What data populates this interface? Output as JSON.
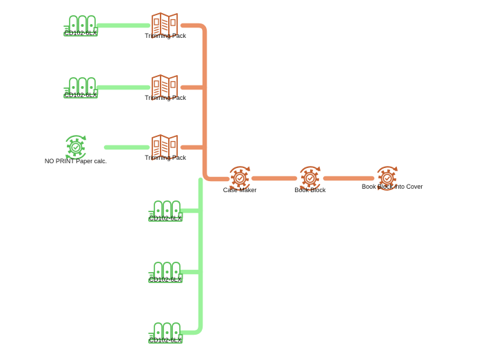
{
  "canvas": {
    "background": "#ffffff"
  },
  "colors": {
    "green_line": "#9bf29b",
    "green_icon": "#57bf57",
    "orange_line": "#eb9268",
    "orange_icon": "#c4602f",
    "label_text": "#111111"
  },
  "nodes": [
    {
      "id": "press-1",
      "label": "CD102-6LX",
      "icon": "printing-press-icon",
      "color": "green"
    },
    {
      "id": "press-2",
      "label": "CD102-6LX",
      "icon": "printing-press-icon",
      "color": "green"
    },
    {
      "id": "paper-calc",
      "label": "NO PRINT Paper calc.",
      "icon": "process-gear-icon",
      "color": "green"
    },
    {
      "id": "trim-1",
      "label": "Trimming Pack",
      "icon": "brochure-icon",
      "color": "orange"
    },
    {
      "id": "trim-2",
      "label": "Trimming Pack",
      "icon": "brochure-icon",
      "color": "orange"
    },
    {
      "id": "trim-3",
      "label": "Trimming Pack",
      "icon": "brochure-icon",
      "color": "orange"
    },
    {
      "id": "case-maker",
      "label": "Case Maker",
      "icon": "process-gear-icon",
      "color": "orange"
    },
    {
      "id": "book-block",
      "label": "Book Block",
      "icon": "process-gear-icon",
      "color": "orange"
    },
    {
      "id": "book-block-into-cover",
      "label": "Book Block into Cover",
      "icon": "process-gear-icon",
      "color": "orange"
    },
    {
      "id": "press-3",
      "label": "CD102-6LX",
      "icon": "printing-press-icon",
      "color": "green"
    },
    {
      "id": "press-4",
      "label": "CD102-6LX",
      "icon": "printing-press-icon",
      "color": "green"
    },
    {
      "id": "press-5",
      "label": "CD102-6LX",
      "icon": "printing-press-icon",
      "color": "green"
    }
  ],
  "edges": [
    {
      "from": "press-1",
      "to": "trim-1",
      "color": "green"
    },
    {
      "from": "press-2",
      "to": "trim-2",
      "color": "green"
    },
    {
      "from": "paper-calc",
      "to": "trim-3",
      "color": "green"
    },
    {
      "from": "trim-1",
      "to": "case-maker",
      "color": "orange"
    },
    {
      "from": "trim-2",
      "to": "case-maker",
      "color": "orange"
    },
    {
      "from": "trim-3",
      "to": "case-maker",
      "color": "orange"
    },
    {
      "from": "press-3",
      "to": "case-maker",
      "color": "green"
    },
    {
      "from": "press-4",
      "to": "case-maker",
      "color": "green"
    },
    {
      "from": "press-5",
      "to": "case-maker",
      "color": "green"
    },
    {
      "from": "case-maker",
      "to": "book-block",
      "color": "orange"
    },
    {
      "from": "book-block",
      "to": "book-block-into-cover",
      "color": "orange"
    }
  ]
}
